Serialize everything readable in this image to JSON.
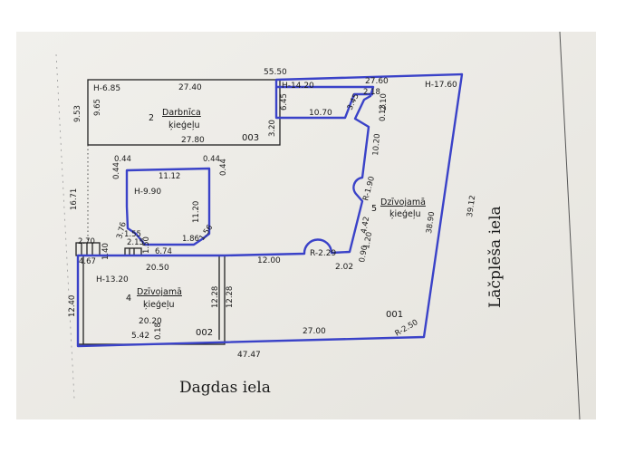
{
  "streets": {
    "bottom": "Dagdas iela",
    "right": "Lāčplēša iela"
  },
  "buildings": {
    "workshop": {
      "number": "2",
      "name": "Darbnīca",
      "material": "ķieģeļu",
      "height": "H-6.85",
      "code": "003"
    },
    "house5": {
      "number": "5",
      "name": "Dzīvojamā",
      "material": "ķieģeļu"
    },
    "house4": {
      "number": "4",
      "name": "Dzīvojamā",
      "material": "ķieģeļu",
      "height": "H-13.20",
      "code": "002"
    },
    "inner": {
      "height": "H-9.90"
    },
    "main": {
      "height_left": "H-14.20",
      "height_right": "H-17.60",
      "code": "001"
    }
  },
  "dimensions": {
    "top_total": "55.50",
    "left_top": "9.53",
    "left_mid": "16.71",
    "left_bottom": "12.40",
    "bottom_total": "47.47",
    "right_total": "39.12",
    "ws_top": "27.40",
    "ws_bottom": "27.80",
    "ws_left": "9.65",
    "ws_right": "3.20",
    "b5_top_left": "6.45",
    "b5_top": "27.60",
    "b5_inner": "10.70",
    "b5_a": "3.45",
    "b5_b": "2.18",
    "b5_c": "2.10",
    "b5_d": "0.13",
    "b5_e": "10.20",
    "b5_f": "R-1.90",
    "b5_g": "4.42",
    "b5_h": "1.20",
    "b5_i": "0.90",
    "b5_j": "2.02",
    "b5_k": "38.90",
    "b5_r": "R-2.50",
    "b5_m": "R-2.29",
    "in_a": "0.44",
    "in_b": "0.44",
    "in_c": "0.44",
    "in_d": "0.44",
    "in_top": "11.12",
    "in_right": "11.20",
    "in_e": "1.86",
    "in_f": "1.56",
    "in_g": "3.76",
    "in_h": "1.55",
    "in_i": "2.15",
    "in_j": "1.50",
    "in_k": "6.74",
    "st_a": "2.70",
    "st_b": "1.40",
    "st_c": "4.67",
    "b4_top": "20.50",
    "b4_right_a": "12.28",
    "b4_right_b": "12.28",
    "b4_bottom": "20.20",
    "b4_c": "5.42",
    "b4_d": "0.18",
    "mid": "12.00",
    "bottom_inner": "27.00"
  },
  "colors": {
    "outline": "#3a42c8",
    "pencil": "#222222",
    "paper": "#eceae4"
  }
}
